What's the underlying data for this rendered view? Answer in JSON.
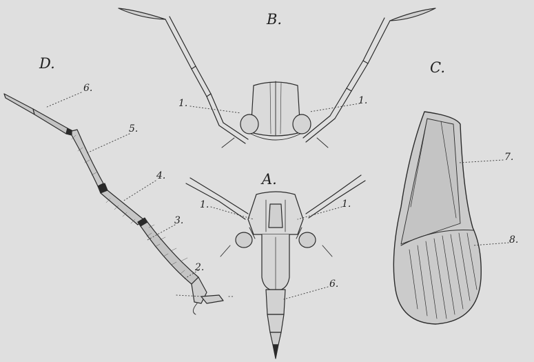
{
  "panels": {
    "A": "A.",
    "B": "B.",
    "C": "C.",
    "D": "D."
  },
  "parts": {
    "p1": "1.",
    "p2": "2.",
    "p3": "3.",
    "p4": "4.",
    "p5": "5.",
    "p6": "6.",
    "p7": "7.",
    "p8": "8."
  },
  "colors": {
    "background": "#dfdfdf",
    "ink": "#2a2a2a",
    "shade": "#c9c9c9"
  }
}
